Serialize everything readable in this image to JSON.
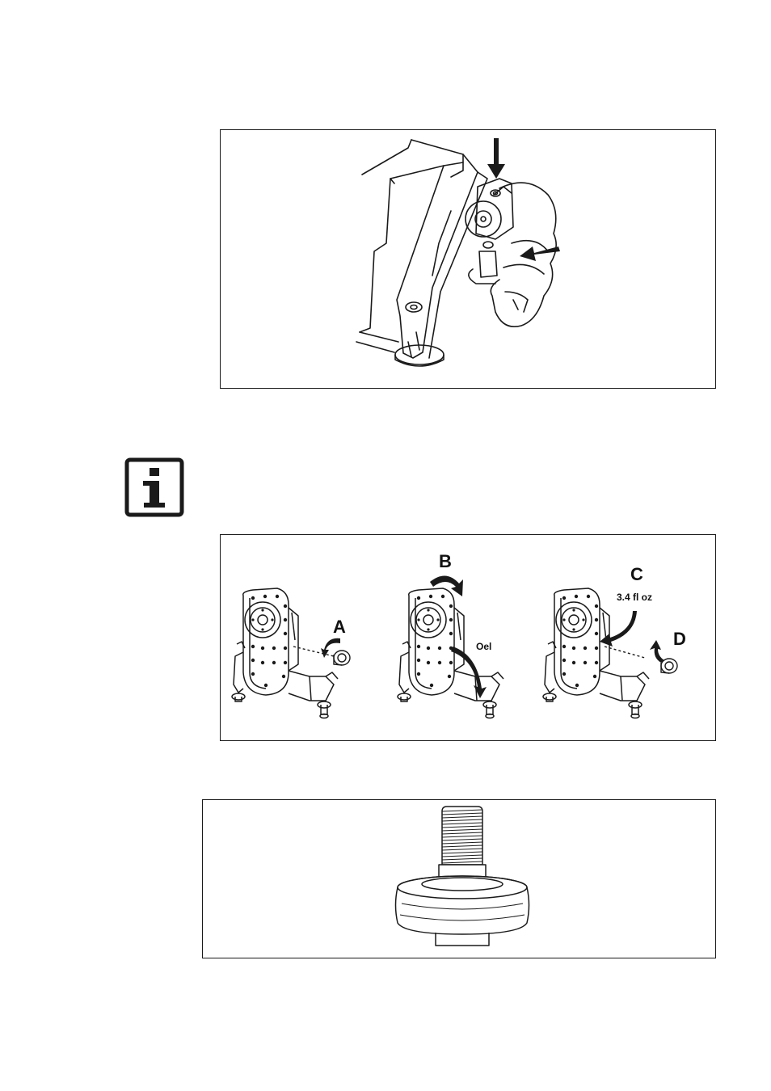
{
  "info_icon": {
    "name": "info-icon",
    "glyph": "i"
  },
  "figure_oil_change": {
    "labels": {
      "a": "A",
      "b": "B",
      "c": "C",
      "d": "D",
      "oil": "Oel",
      "volume": "3.4 fl oz"
    }
  },
  "colors": {
    "line": "#1a1a1a",
    "paper": "#ffffff"
  }
}
